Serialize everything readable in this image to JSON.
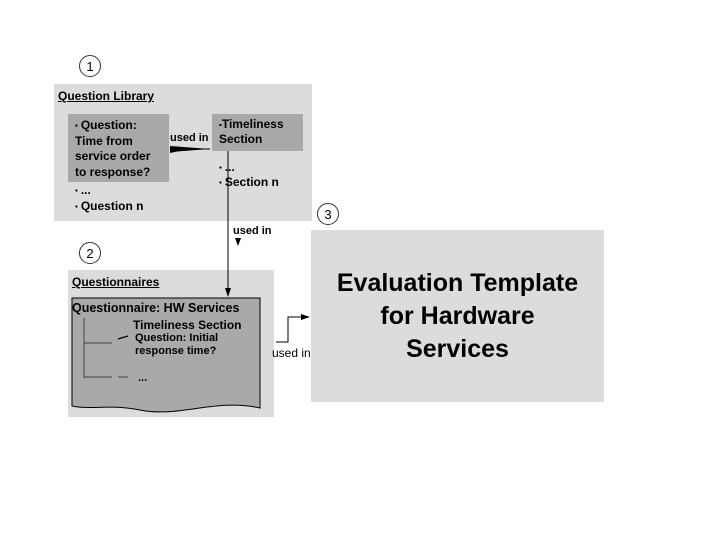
{
  "markers": {
    "one": "1",
    "two": "2",
    "three": "3"
  },
  "library": {
    "title": "Question Library",
    "question_lines": [
      "Question:",
      "Time from",
      "service order",
      "to response?"
    ],
    "ellipsis": "...",
    "question_n": "Question n",
    "section_line1": "Timeliness",
    "section_line2": "Section",
    "section_ellipsis": "...",
    "section_n": "Section n"
  },
  "connectors": {
    "used_in_1": "used in",
    "used_in_2": "used in",
    "used_in_3": "used in"
  },
  "questionnaires": {
    "title": "Questionnaires",
    "doc_title": "Questionnaire: HW Services",
    "section": "Timeliness Section",
    "question_line1": "Question: Initial",
    "question_line2": "response time?",
    "ellipsis": "..."
  },
  "template": {
    "line1": "Evaluation Template",
    "line2": "for Hardware",
    "line3": "Services"
  },
  "colors": {
    "panel": "#dcdcdc",
    "box": "#a9a9a9",
    "line": "#000000"
  }
}
